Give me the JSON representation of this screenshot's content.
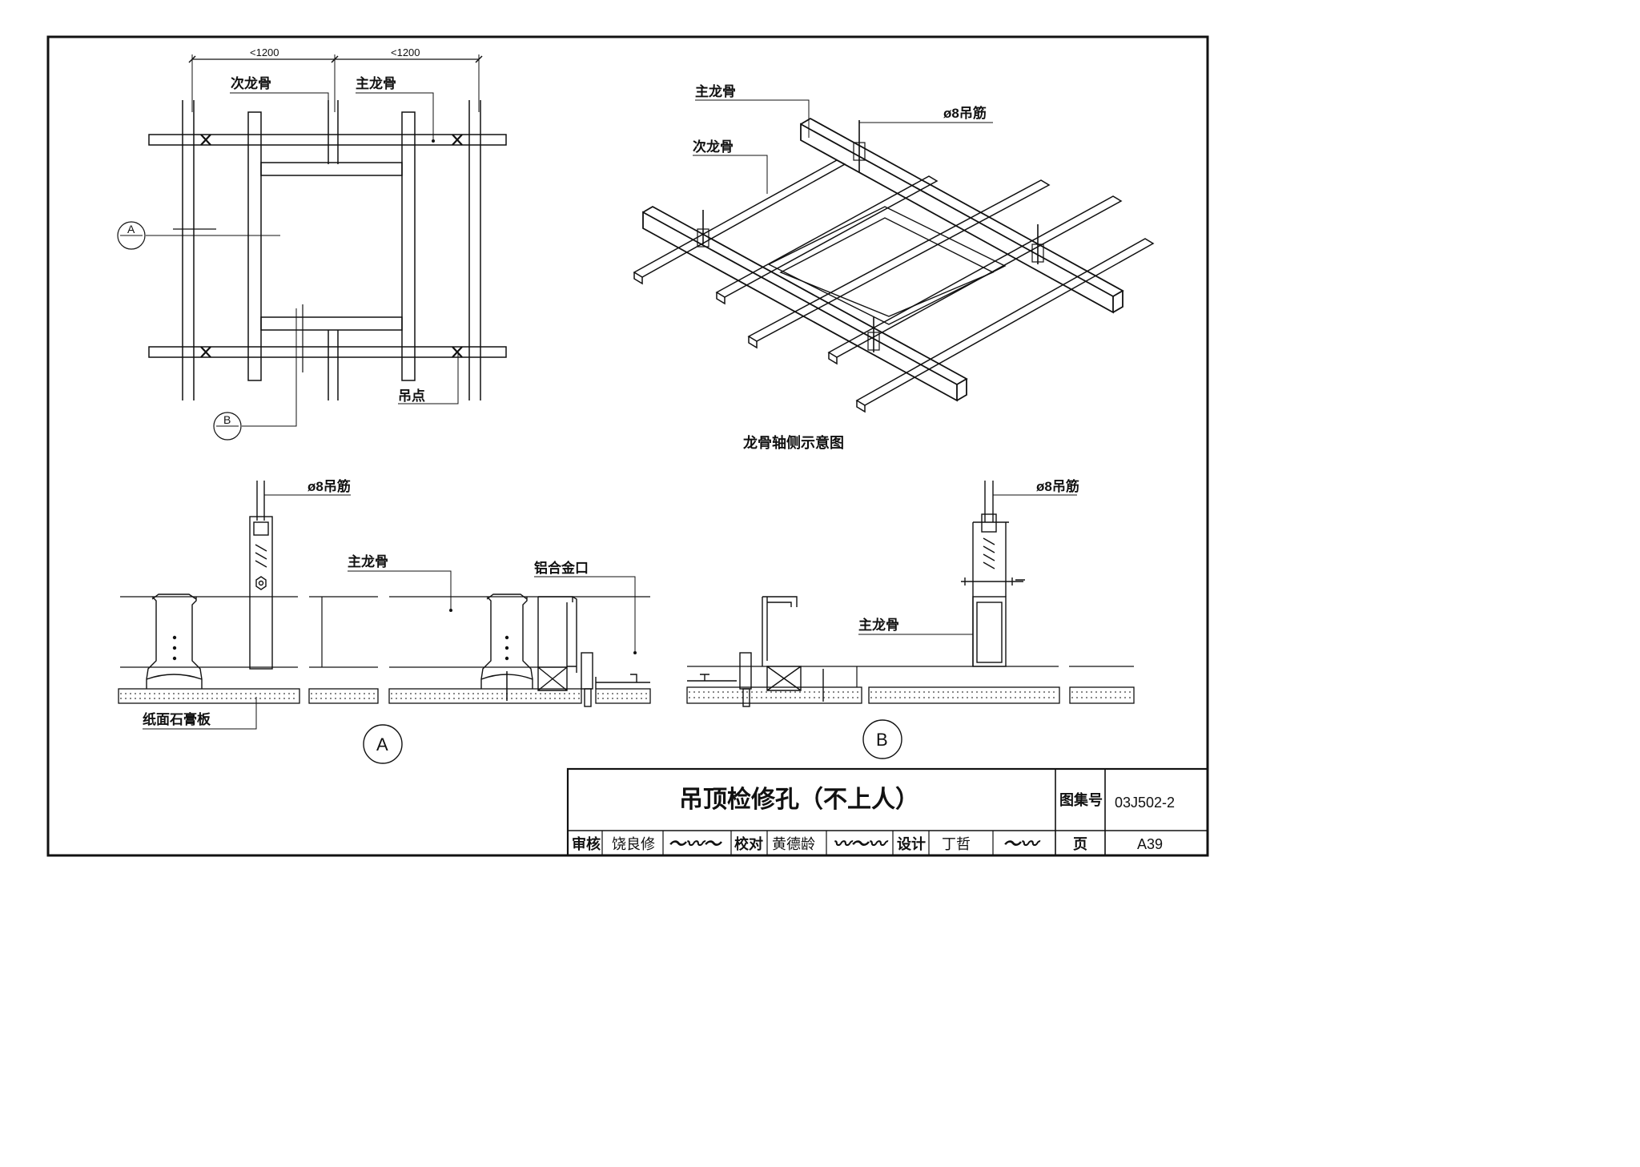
{
  "plan": {
    "dim_left": "<1200",
    "dim_right": "<1200",
    "label_secondary_keel": "次龙骨",
    "label_main_keel": "主龙骨",
    "label_hanging_point": "吊点",
    "section_a_letter": "A",
    "section_b_letter": "B",
    "section_mark_dash": "—"
  },
  "iso": {
    "label_main_keel": "主龙骨",
    "label_hanger": "ø8吊筋",
    "label_secondary_keel": "次龙骨",
    "caption": "龙骨轴侧示意图"
  },
  "section_a": {
    "label_hanger": "ø8吊筋",
    "label_main_keel": "主龙骨",
    "label_aluminum_trim": "铝合金口",
    "label_gypsum_board": "纸面石膏板",
    "mark": "A"
  },
  "section_b": {
    "label_hanger": "ø8吊筋",
    "label_main_keel": "主龙骨",
    "mark": "B"
  },
  "title_block": {
    "title": "吊顶检修孔（不上人）",
    "atlas_label": "图集号",
    "atlas_no": "03J502-2",
    "page_label": "页",
    "page_no": "A39",
    "review_label": "审核",
    "reviewer": "饶良修",
    "reviewer_signature": "饶良修",
    "check_label": "校对",
    "checker": "黄德龄",
    "checker_signature": "黄德龄",
    "design_label": "设计",
    "designer": "丁哲",
    "designer_signature": "丁哲"
  },
  "colors": {
    "ink": "#111111",
    "paper": "#ffffff"
  }
}
